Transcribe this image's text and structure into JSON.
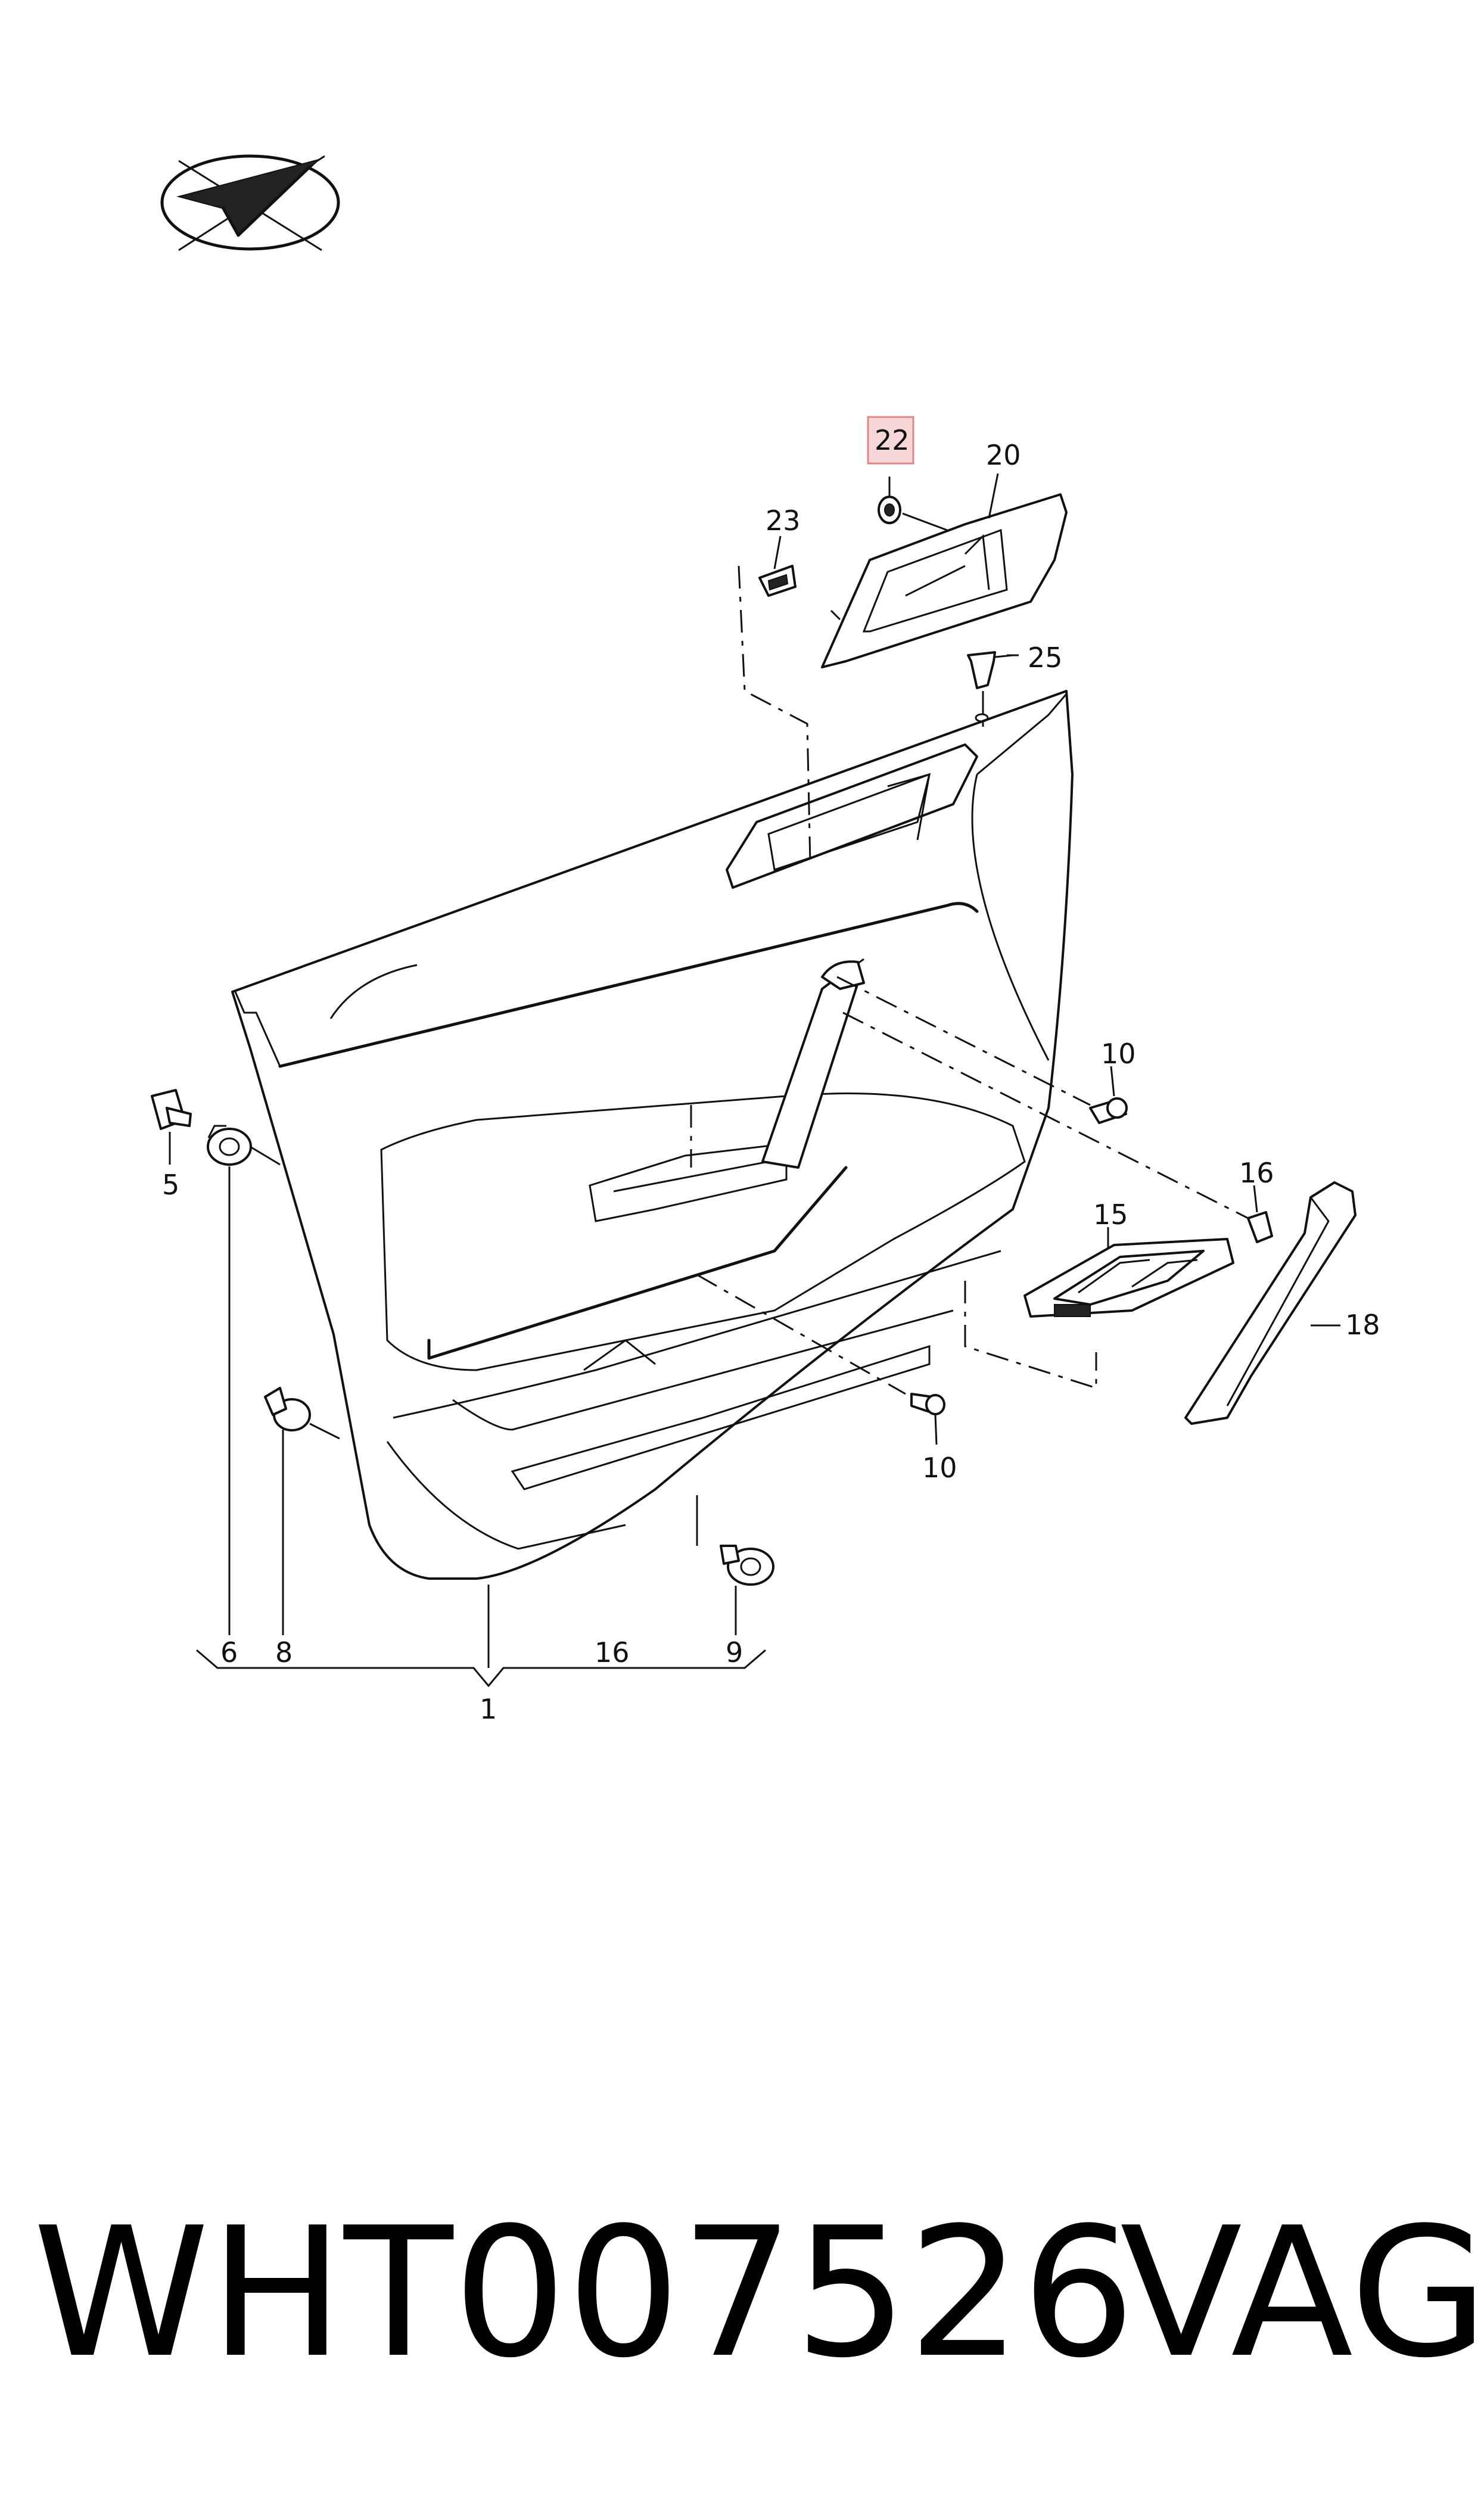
{
  "callouts": {
    "c22": "22",
    "c20": "20",
    "c23": "23",
    "c25": "25",
    "c10a": "10",
    "c16a": "16",
    "c15": "15",
    "c18": "18",
    "c5": "5",
    "c10b": "10",
    "c6": "6",
    "c8": "8",
    "c16b": "16",
    "c9": "9",
    "c1": "1"
  },
  "highlight_color": "#f6d6d6",
  "footer": {
    "code": "WHT007526",
    "brand": "VAG"
  }
}
